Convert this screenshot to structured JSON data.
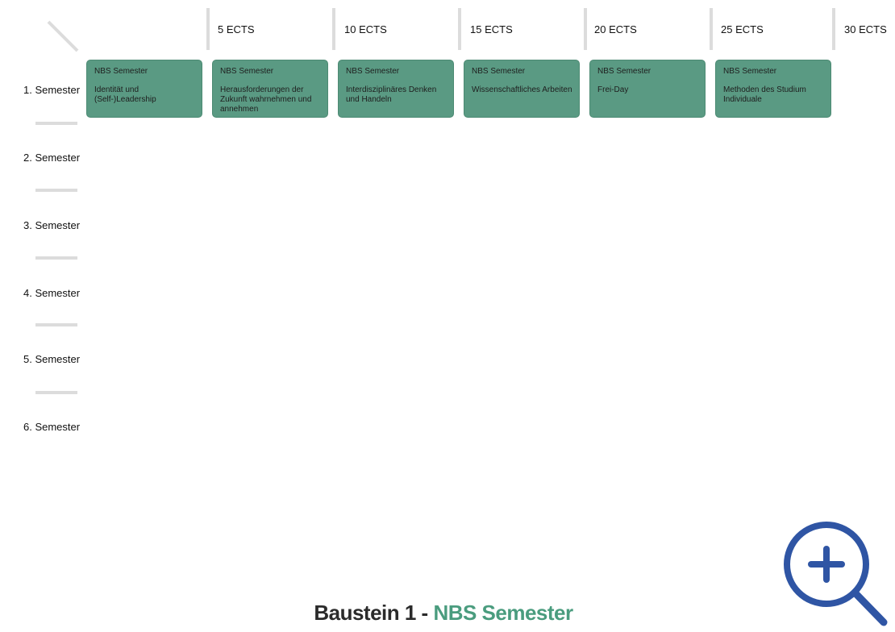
{
  "columns": [
    "5 ECTS",
    "10 ECTS",
    "15 ECTS",
    "20 ECTS",
    "25 ECTS",
    "30 ECTS"
  ],
  "semesters": [
    "1. Semester",
    "2. Semester",
    "3. Semester",
    "4. Semester",
    "5. Semester",
    "6. Semester"
  ],
  "modules": [
    {
      "title": "NBS Semester",
      "text": "Identität und (Self-)Leadership"
    },
    {
      "title": "NBS Semester",
      "text": "Herausforderungen der Zukunft wahrnehmen und annehmen"
    },
    {
      "title": "NBS Semester",
      "text": "Interdisziplinäres Denken und Handeln"
    },
    {
      "title": "NBS Semester",
      "text": "Wissenschaftliches Arbeiten"
    },
    {
      "title": "NBS Semester",
      "text": "Frei-Day"
    },
    {
      "title": "NBS Semester",
      "text": "Methoden des Studium Individuale"
    }
  ],
  "footer": {
    "prefix": "Baustein 1 - ",
    "highlight": "NBS Semester"
  },
  "zoom": {
    "icon": "zoom-in-icon"
  },
  "colors": {
    "card": "#5a9a83",
    "accent": "#4a9c7e",
    "zoom": "#2f55a4",
    "separator": "#dcdcdc"
  }
}
